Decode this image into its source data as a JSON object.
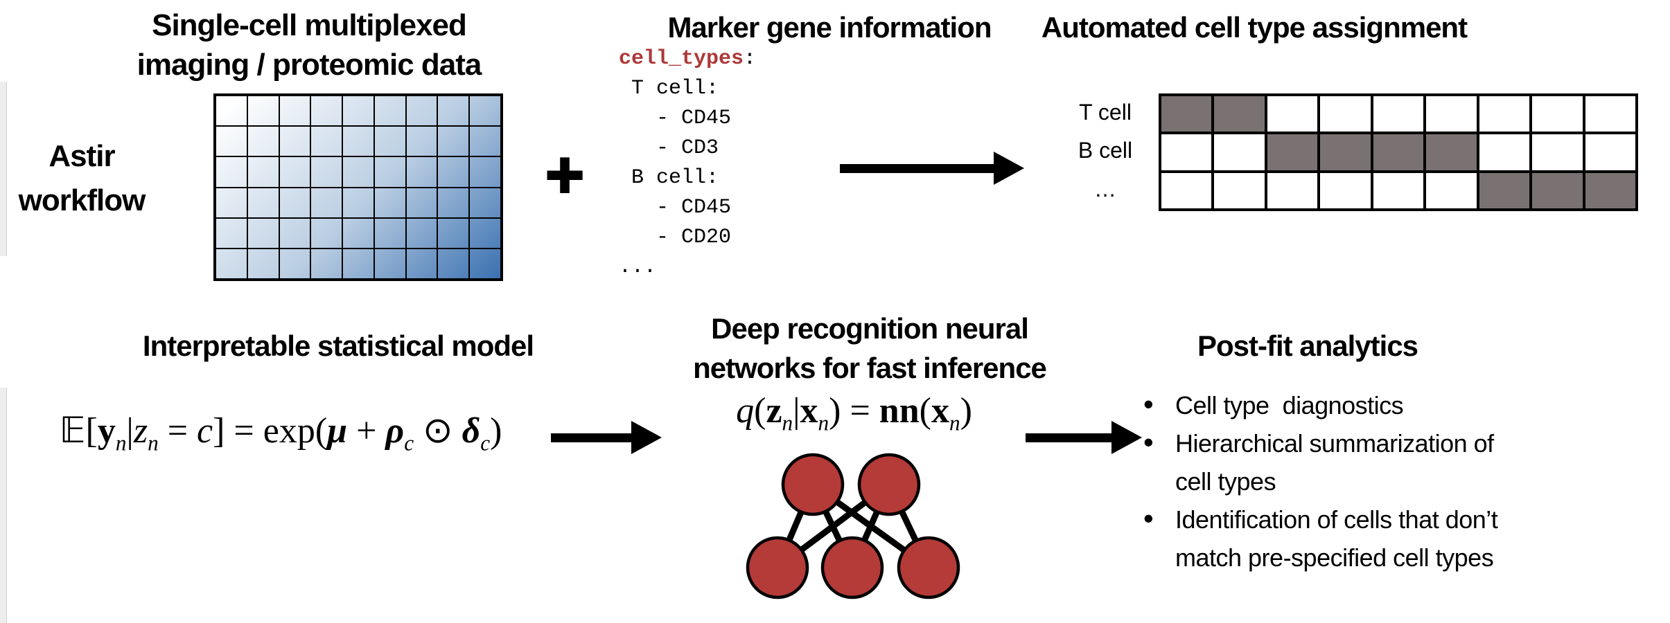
{
  "figure": {
    "workflow_label_lines": [
      "Astir",
      "workflow"
    ],
    "plus_sign": "+",
    "bullet_char": "•"
  },
  "top": {
    "data_panel": {
      "title_lines": [
        "Single-cell multiplexed",
        "imaging / proteomic data"
      ],
      "grid": {
        "cols": 9,
        "rows": 6,
        "gradient_from": "#ffffff",
        "gradient_mid": "#b9cde2",
        "gradient_to": "#3a70b0",
        "line_color": "#000000"
      }
    },
    "marker_panel": {
      "title": "Marker gene information",
      "code": {
        "key": "cell_types",
        "key_suffix": ":",
        "key_color": "#ae3838",
        "lines": [
          " T cell:",
          "   - CD45",
          "   - CD3",
          " B cell:",
          "   - CD45",
          "   - CD20",
          "..."
        ]
      }
    },
    "assignment_panel": {
      "title": "Automated cell type assignment",
      "grid": {
        "cols": 9,
        "fill_color": "#7a7272",
        "line_color": "#000000"
      },
      "rows": [
        {
          "label": "T cell",
          "filled_cols": [
            1,
            2
          ]
        },
        {
          "label": "B cell",
          "filled_cols": [
            3,
            4,
            5,
            6
          ]
        },
        {
          "label": "…",
          "filled_cols": [
            7,
            8,
            9
          ]
        }
      ]
    }
  },
  "bottom": {
    "model_panel": {
      "title": "Interpretable statistical model",
      "eq_tokens": [
        {
          "t": "𝔼",
          "c": "bb"
        },
        {
          "t": "[",
          "c": "rm"
        },
        {
          "t": "y",
          "c": "b"
        },
        {
          "t": "n",
          "c": "sub"
        },
        {
          "t": "|",
          "c": "rm"
        },
        {
          "t": "z",
          "c": "it"
        },
        {
          "t": "n",
          "c": "sub"
        },
        {
          "t": " = ",
          "c": "rm"
        },
        {
          "t": "c",
          "c": "it"
        },
        {
          "t": "] = exp(",
          "c": "rm"
        },
        {
          "t": "μ",
          "c": "bi"
        },
        {
          "t": " + ",
          "c": "rm"
        },
        {
          "t": "ρ",
          "c": "bi"
        },
        {
          "t": "c",
          "c": "sub"
        },
        {
          "t": " ",
          "c": "rm"
        },
        {
          "t": "⊙",
          "c": "op"
        },
        {
          "t": " ",
          "c": "rm"
        },
        {
          "t": "δ",
          "c": "bi"
        },
        {
          "t": "c",
          "c": "sub"
        },
        {
          "t": ")",
          "c": "rm"
        }
      ]
    },
    "nn_panel": {
      "title_lines": [
        "Deep recognition neural",
        "networks for fast inference"
      ],
      "eq_tokens": [
        {
          "t": "q",
          "c": "it"
        },
        {
          "t": "(",
          "c": "rm"
        },
        {
          "t": "z",
          "c": "b"
        },
        {
          "t": "n",
          "c": "sub"
        },
        {
          "t": "|",
          "c": "rm"
        },
        {
          "t": "x",
          "c": "b"
        },
        {
          "t": "n",
          "c": "sub"
        },
        {
          "t": ") = ",
          "c": "rm"
        },
        {
          "t": "nn",
          "c": "b"
        },
        {
          "t": "(",
          "c": "rm"
        },
        {
          "t": "x",
          "c": "b"
        },
        {
          "t": "n",
          "c": "sub"
        },
        {
          "t": ")",
          "c": "rm"
        }
      ],
      "node_color": "#b43b38",
      "node_count_top": 2,
      "node_count_bottom": 3
    },
    "analytics_panel": {
      "title": "Post-fit analytics",
      "bullets": [
        {
          "lines": [
            "Cell type  diagnostics"
          ]
        },
        {
          "lines": [
            "Hierarchical summarization of",
            "cell types"
          ]
        },
        {
          "lines": [
            "Identification of cells that don’t",
            "match pre-specified cell types"
          ]
        }
      ]
    }
  }
}
